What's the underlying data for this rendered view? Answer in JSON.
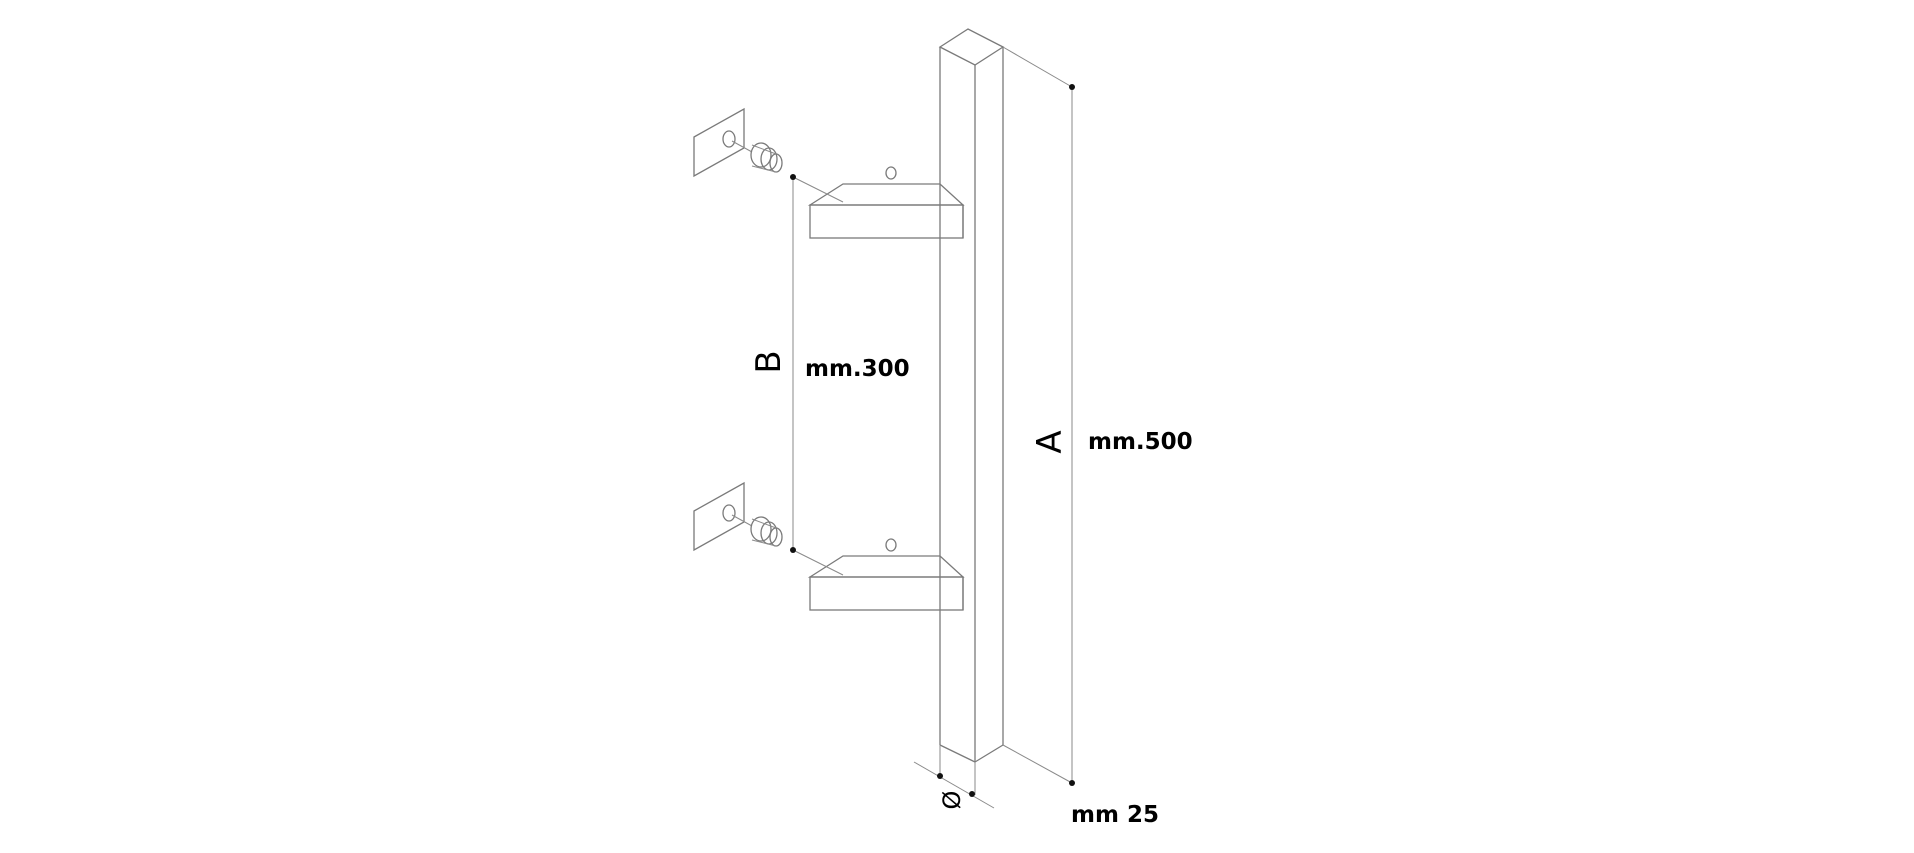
{
  "labels": {
    "b_letter": "B",
    "b_value": "mm.300",
    "a_letter": "A",
    "a_value": "mm.500",
    "dia_symbol": "Ø",
    "dia_value": "mm 25"
  },
  "colors": {
    "line": "#7a7a7a",
    "text": "#000000"
  }
}
